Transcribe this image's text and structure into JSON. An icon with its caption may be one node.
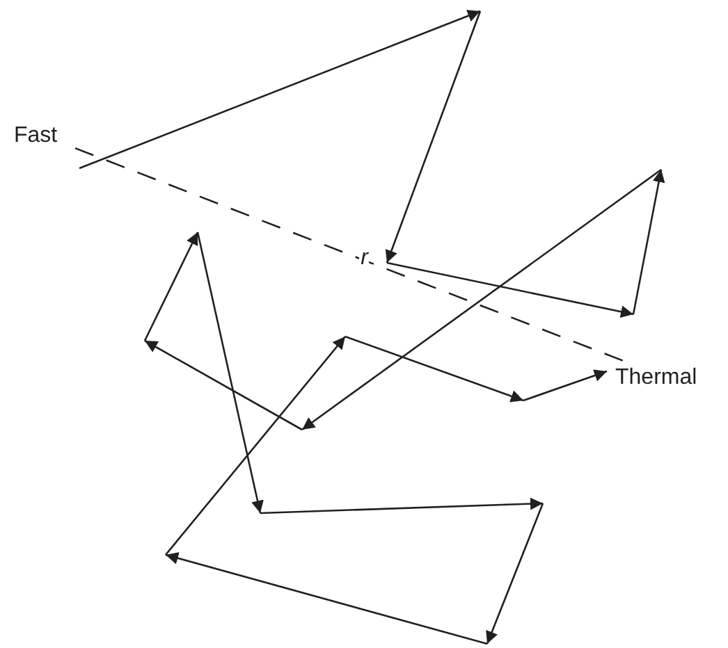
{
  "diagram": {
    "nodes": [
      {
        "text": [
          "Fast"
        ]
      },
      {
        "text": [
          "Thermal"
        ]
      }
    ],
    "edges": [
      {
        "from": 0,
        "to": 1,
        "arrow": "none",
        "style": "dashed",
        "label": "r"
      }
    ]
  }
}
